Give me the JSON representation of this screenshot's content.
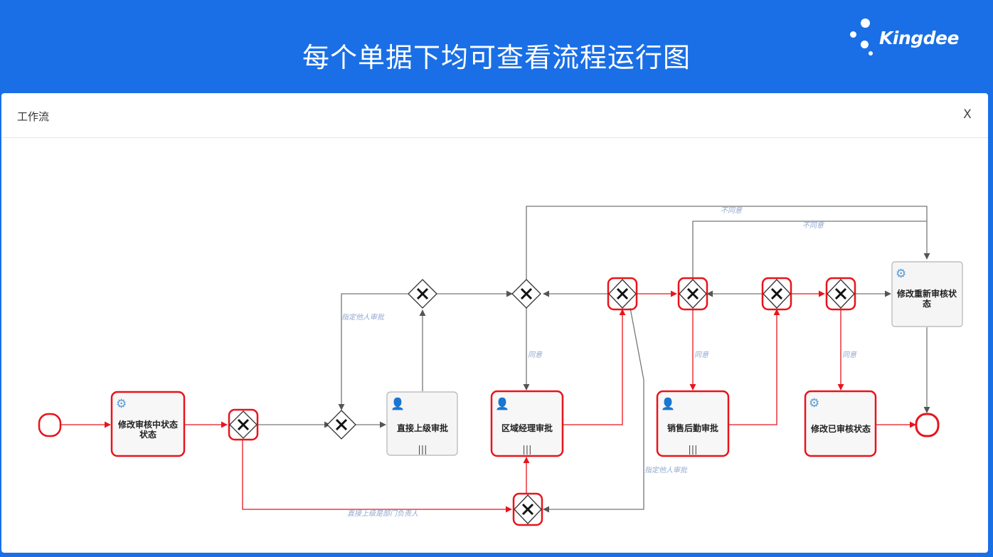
{
  "banner": {
    "title": "每个单据下均可查看流程运行图"
  },
  "logo": {
    "text": "Kingdee"
  },
  "dialog": {
    "title": "工作流",
    "close_label": "X"
  },
  "tasks": [
    {
      "id": "modify-pending",
      "label1": "修改审核中状态",
      "label2": "状态",
      "kind": "service",
      "active": true
    },
    {
      "id": "direct-approve",
      "label1": "直接上级审批",
      "label2": "",
      "kind": "user",
      "active": false,
      "multi": true
    },
    {
      "id": "region-approve",
      "label1": "区域经理审批",
      "label2": "",
      "kind": "user",
      "active": true,
      "multi": true
    },
    {
      "id": "sales-approve",
      "label1": "销售后勤审批",
      "label2": "",
      "kind": "user",
      "active": true,
      "multi": true
    },
    {
      "id": "modify-approved",
      "label1": "修改已审核状态",
      "label2": "",
      "kind": "service",
      "active": true
    },
    {
      "id": "modify-reset",
      "label1": "修改重新审核状",
      "label2": "态",
      "kind": "service",
      "active": false
    }
  ],
  "flow_labels": {
    "start_flow": "",
    "direct_not_region": "",
    "assign_other": "指定他人审批",
    "assign_other_2": "",
    "assign_other_3": "",
    "assign_other_4": "指定他人审批",
    "agree_1": "同意",
    "agree_2": "同意",
    "agree_3": "同意",
    "disagree_1": "不同意",
    "disagree_2": "不同意",
    "disagree_3": "",
    "direct_is_manager": "直接上级是部门负责人"
  },
  "colors": {
    "banner": "#1a6fe6",
    "active": "#e8141b",
    "inactive": "#6b6b6b",
    "label": "#93a9cf",
    "gear": "#5b9bd5",
    "user": "#d8b46a"
  },
  "icons": {
    "service": "gear-icon",
    "user": "user-icon",
    "gateway": "exclusive-gateway-icon"
  }
}
